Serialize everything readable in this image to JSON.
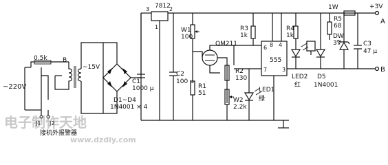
{
  "labels": {
    "mains": "~220V",
    "fuse": "0.5k",
    "transformer": "B",
    "secondary": "~15V",
    "c1": "C1",
    "c1_val": "1000 μ",
    "d1d4": "D1~D4",
    "d1d4_part": "1N4001 × 4",
    "reg": "7812",
    "reg_pin1": "1",
    "reg_pin2": "2",
    "reg_pin3": "3",
    "w1": "W1",
    "w1_val": "100",
    "c2": "C2",
    "c2_val": "100 μ",
    "r1": "R1",
    "r1_val": "51",
    "qm": "QM211",
    "r3": "R3",
    "r3_val": "1k",
    "r2": "R2",
    "r2_val": "130",
    "w2": "W2",
    "w2_val": "2.2k",
    "led1": "LED1",
    "led1_color": "绿",
    "ic": "555",
    "pin6": "6",
    "pin8": "8",
    "pin4": "4",
    "pin7": "7",
    "pin3": "3",
    "r4": "R4",
    "r4_val": "1k",
    "led2": "LED2",
    "led2_color": "红",
    "r5": "R5",
    "r5_val": "68",
    "d5": "D5",
    "d5_part": "1N4001",
    "dw": "DW",
    "dw_val": "3V",
    "c3": "C3",
    "c3_val": "47 μ",
    "power": "1W",
    "vout": "+3V",
    "term_a": "A",
    "term_b": "B",
    "j1": "J1",
    "j2": "J2",
    "alarm_note": "接机外报警器",
    "watermark": "电子制作天地",
    "watermark_url": "www.dzdiy.com"
  }
}
